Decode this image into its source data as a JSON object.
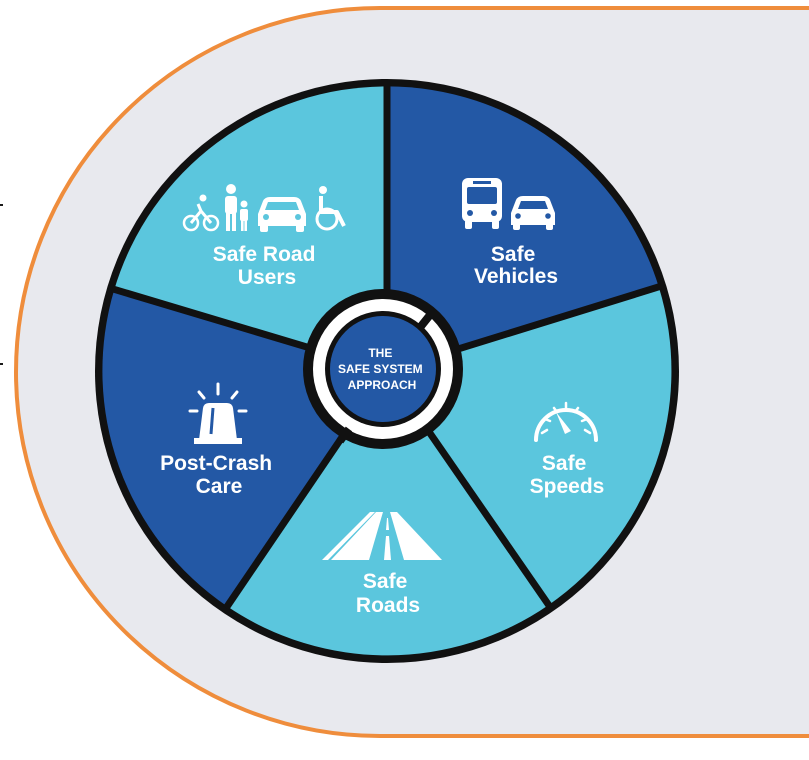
{
  "diagram": {
    "center": {
      "lines": [
        "THE",
        "SAFE SYSTEM",
        "APPROACH"
      ]
    },
    "segments": [
      {
        "id": "safe-road-users",
        "lines": [
          "Safe Road",
          "Users"
        ],
        "icon": "road-users-icon",
        "color": "#5bc6dd"
      },
      {
        "id": "safe-vehicles",
        "lines": [
          "Safe",
          "Vehicles"
        ],
        "icon": "bus-and-car-icon",
        "color": "#2358a5"
      },
      {
        "id": "safe-speeds",
        "lines": [
          "Safe",
          "Speeds"
        ],
        "icon": "speedometer-icon",
        "color": "#5bc6dd"
      },
      {
        "id": "safe-roads",
        "lines": [
          "Safe",
          "Roads"
        ],
        "icon": "road-icon",
        "color": "#5bc6dd"
      },
      {
        "id": "post-crash-care",
        "lines": [
          "Post-Crash",
          "Care"
        ],
        "icon": "emergency-light-icon",
        "color": "#2358a5"
      }
    ],
    "colors": {
      "panel": "#e8e9ee",
      "panel_border": "#ef8d3c",
      "light_blue": "#5bc6dd",
      "dark_blue": "#2358a5",
      "outline": "#111111"
    }
  }
}
